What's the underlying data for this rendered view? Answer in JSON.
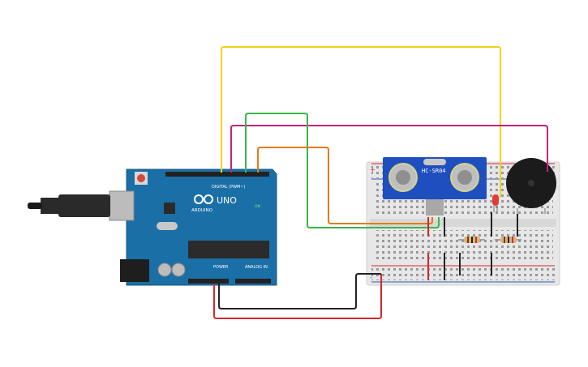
{
  "arduino": {
    "brand": "ARDUINO",
    "model": "UNO",
    "digital_label": "DIGITAL (PWM~)",
    "power_label": "POWER",
    "analog_label": "ANALOG IN",
    "on_label": "ON",
    "board_color": "#1b6fa7"
  },
  "sensor": {
    "label": "HC-SR04",
    "board_color": "#1f4fbf"
  },
  "breadboard": {
    "rail_plus": "+",
    "rail_minus": "-"
  },
  "wire_colors": {
    "yellow": "#f2d31b",
    "magenta": "#c2237c",
    "green": "#39b54a",
    "orange": "#e57a17",
    "red": "#d6262c",
    "black": "#222222"
  }
}
